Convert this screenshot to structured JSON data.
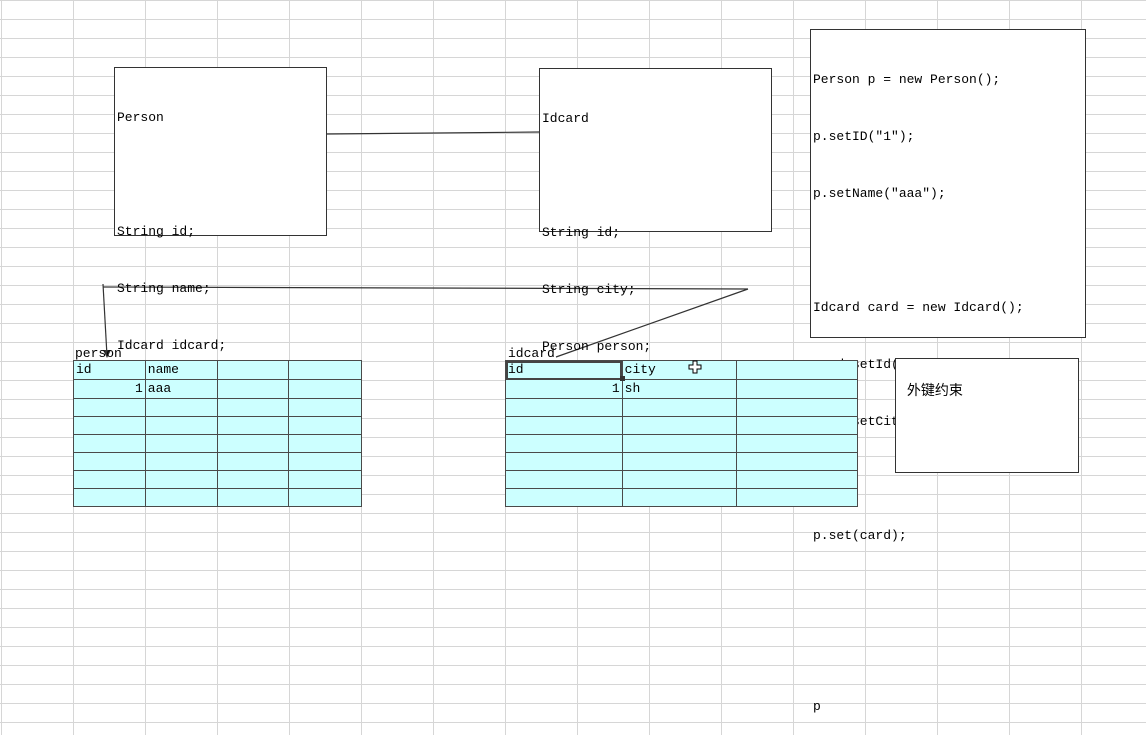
{
  "person_box": {
    "lines": [
      "Person",
      "",
      "String id;",
      "String name;",
      "Idcard idcard;"
    ]
  },
  "idcard_box": {
    "lines": [
      "Idcard",
      "",
      "String id;",
      "String city;",
      "Person person;"
    ]
  },
  "code_box": {
    "lines": [
      "Person p = new Person();",
      "p.setID(\"1\");",
      "p.setName(\"aaa\");",
      "",
      "Idcard card = new Idcard();",
      "card.setId(\"1\");",
      "card.setCity(\"sh\");",
      "",
      "p.set(card);",
      "",
      "",
      "p"
    ]
  },
  "note_box": {
    "text": "外键约束"
  },
  "person_table": {
    "label": "person",
    "headers": [
      "id",
      "name",
      "",
      ""
    ],
    "rows": [
      [
        "1",
        "aaa",
        "",
        ""
      ]
    ]
  },
  "idcard_table": {
    "label": "idcard",
    "headers": [
      "id",
      "city",
      ""
    ],
    "rows": [
      [
        "1",
        "sh",
        ""
      ]
    ]
  }
}
